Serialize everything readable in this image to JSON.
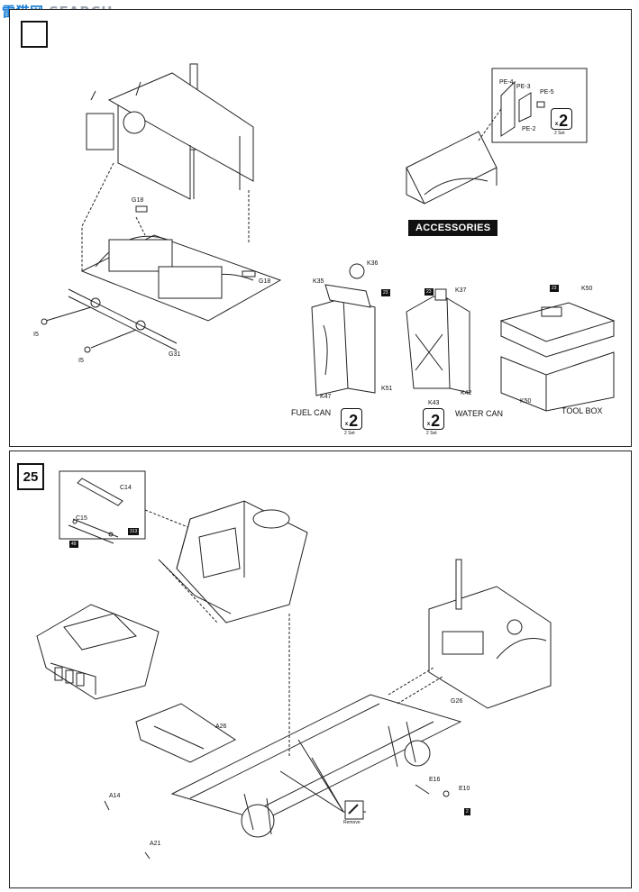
{
  "watermark": {
    "cn": "雷猫网",
    "en": "SEARCH"
  },
  "top_panel": {
    "accessories_title": "ACCESSORIES",
    "labels": {
      "g18a": "G18",
      "g18b": "G18",
      "i5a": "I5",
      "i5b": "I5",
      "g31": "G31",
      "pe4": "PE-4",
      "pe3": "PE-3",
      "pe5": "PE-5",
      "pe2": "PE-2",
      "k36": "K36",
      "k35": "K35",
      "k37": "K37",
      "k50a": "K50",
      "k50b": "K50",
      "k47": "K47",
      "k51": "K51",
      "k43": "K43",
      "k42": "K42",
      "ref23a": "23",
      "ref23b": "23",
      "ref23c": "23"
    },
    "pe_badge": {
      "mult": "x",
      "count": "2",
      "set": "2 Set"
    },
    "fuel_badge": {
      "mult": "x",
      "count": "2",
      "set": "2 Set"
    },
    "water_badge": {
      "mult": "x",
      "count": "2",
      "set": "2 Set"
    },
    "captions": {
      "fuel": "FUEL CAN",
      "water": "WATER CAN",
      "tool": "TOOL BOX"
    }
  },
  "bottom_panel": {
    "step": "25",
    "labels": {
      "c14": "C14",
      "c15": "C15",
      "a26": "A26",
      "a14": "A14",
      "a21": "A21",
      "g26": "G26",
      "e16": "E16",
      "e10": "E10",
      "ref49": "49",
      "ref313": "313",
      "ref2": "2"
    },
    "remove": "Remove"
  }
}
